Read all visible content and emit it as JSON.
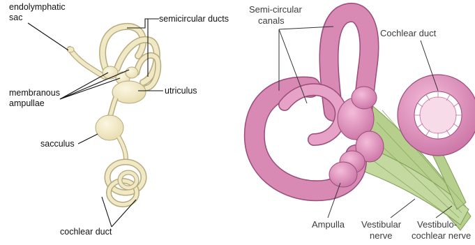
{
  "left_panel": {
    "labels": {
      "endolymphatic_1": "endolymphatic",
      "endolymphatic_2": "sac",
      "semicircular_ducts": "semicircular ducts",
      "membranous_1": "membranous",
      "membranous_2": "ampullae",
      "utriculus": "utriculus",
      "sacculus": "sacculus",
      "cochlear_duct": "cochlear duct"
    },
    "colors": {
      "organ_fill": "#f1e9c6",
      "organ_stroke": "#b7ab7d"
    }
  },
  "right_panel": {
    "labels": {
      "semi_circular_1": "Semi-circular",
      "semi_circular_2": "canals",
      "cochlear_duct": "Cochlear duct",
      "ampulla": "Ampulla",
      "vestibular_1": "Vestibular",
      "vestibular_2": "nerve",
      "vestibulo_1": "Vestibulo-",
      "vestibulo_2": "cochlear nerve"
    },
    "colors": {
      "canal_fill": "#d889b4",
      "canal_stroke": "#9b4b78",
      "canal_light": "#efb3d2",
      "nerve": "#b6cf8d",
      "nerve_stroke": "#7f9c57"
    }
  }
}
